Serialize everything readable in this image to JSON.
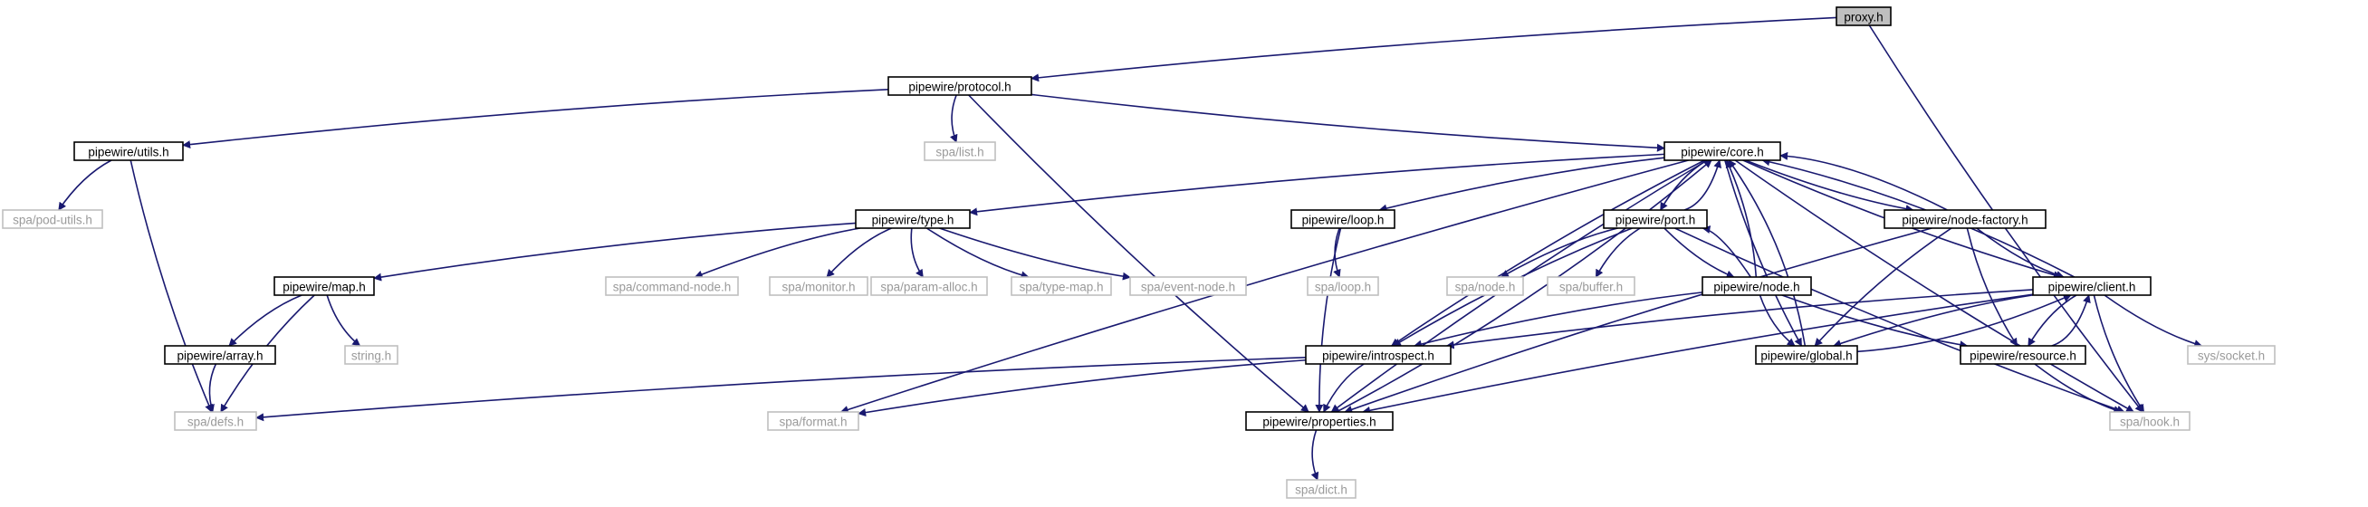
{
  "diagram": {
    "type": "dependency-graph",
    "edge_color": "#191970",
    "nodes": [
      {
        "id": "proxy",
        "label": "proxy.h",
        "style": "root"
      },
      {
        "id": "protocol",
        "label": "pipewire/protocol.h",
        "style": "documented"
      },
      {
        "id": "utils",
        "label": "pipewire/utils.h",
        "style": "documented"
      },
      {
        "id": "spa_list",
        "label": "spa/list.h",
        "style": "external"
      },
      {
        "id": "core",
        "label": "pipewire/core.h",
        "style": "documented"
      },
      {
        "id": "pod_utils",
        "label": "spa/pod-utils.h",
        "style": "external"
      },
      {
        "id": "type",
        "label": "pipewire/type.h",
        "style": "documented"
      },
      {
        "id": "loop",
        "label": "pipewire/loop.h",
        "style": "documented"
      },
      {
        "id": "port",
        "label": "pipewire/port.h",
        "style": "documented"
      },
      {
        "id": "node_factory",
        "label": "pipewire/node-factory.h",
        "style": "documented"
      },
      {
        "id": "map",
        "label": "pipewire/map.h",
        "style": "documented"
      },
      {
        "id": "cmd_node",
        "label": "spa/command-node.h",
        "style": "external"
      },
      {
        "id": "monitor",
        "label": "spa/monitor.h",
        "style": "external"
      },
      {
        "id": "param_alloc",
        "label": "spa/param-alloc.h",
        "style": "external"
      },
      {
        "id": "type_map",
        "label": "spa/type-map.h",
        "style": "external"
      },
      {
        "id": "event_node",
        "label": "spa/event-node.h",
        "style": "external"
      },
      {
        "id": "spa_loop",
        "label": "spa/loop.h",
        "style": "external"
      },
      {
        "id": "spa_node",
        "label": "spa/node.h",
        "style": "external"
      },
      {
        "id": "buffer",
        "label": "spa/buffer.h",
        "style": "external"
      },
      {
        "id": "node",
        "label": "pipewire/node.h",
        "style": "documented"
      },
      {
        "id": "client",
        "label": "pipewire/client.h",
        "style": "documented"
      },
      {
        "id": "array",
        "label": "pipewire/array.h",
        "style": "documented"
      },
      {
        "id": "string",
        "label": "string.h",
        "style": "external"
      },
      {
        "id": "introspect",
        "label": "pipewire/introspect.h",
        "style": "documented"
      },
      {
        "id": "global",
        "label": "pipewire/global.h",
        "style": "documented"
      },
      {
        "id": "resource",
        "label": "pipewire/resource.h",
        "style": "documented"
      },
      {
        "id": "socket",
        "label": "sys/socket.h",
        "style": "external"
      },
      {
        "id": "defs",
        "label": "spa/defs.h",
        "style": "external"
      },
      {
        "id": "format",
        "label": "spa/format.h",
        "style": "external"
      },
      {
        "id": "properties",
        "label": "pipewire/properties.h",
        "style": "documented"
      },
      {
        "id": "hook",
        "label": "spa/hook.h",
        "style": "external"
      },
      {
        "id": "dict",
        "label": "spa/dict.h",
        "style": "external"
      }
    ],
    "edges": [
      [
        "proxy",
        "protocol"
      ],
      [
        "proxy",
        "hook"
      ],
      [
        "protocol",
        "utils"
      ],
      [
        "protocol",
        "spa_list"
      ],
      [
        "protocol",
        "core"
      ],
      [
        "protocol",
        "properties"
      ],
      [
        "utils",
        "pod_utils"
      ],
      [
        "utils",
        "defs"
      ],
      [
        "core",
        "type"
      ],
      [
        "core",
        "loop"
      ],
      [
        "core",
        "port"
      ],
      [
        "core",
        "node_factory"
      ],
      [
        "core",
        "client"
      ],
      [
        "core",
        "global"
      ],
      [
        "core",
        "introspect"
      ],
      [
        "core",
        "format"
      ],
      [
        "core",
        "properties"
      ],
      [
        "core",
        "hook"
      ],
      [
        "type",
        "map"
      ],
      [
        "type",
        "cmd_node"
      ],
      [
        "type",
        "monitor"
      ],
      [
        "type",
        "param_alloc"
      ],
      [
        "type",
        "type_map"
      ],
      [
        "type",
        "event_node"
      ],
      [
        "loop",
        "spa_loop"
      ],
      [
        "loop",
        "properties"
      ],
      [
        "port",
        "core"
      ],
      [
        "port",
        "spa_node"
      ],
      [
        "port",
        "buffer"
      ],
      [
        "port",
        "node"
      ],
      [
        "port",
        "introspect"
      ],
      [
        "port",
        "hook"
      ],
      [
        "node",
        "core"
      ],
      [
        "node",
        "port"
      ],
      [
        "node",
        "global"
      ],
      [
        "node",
        "resource"
      ],
      [
        "node",
        "introspect"
      ],
      [
        "node_factory",
        "core"
      ],
      [
        "node_factory",
        "client"
      ],
      [
        "node_factory",
        "global"
      ],
      [
        "node_factory",
        "resource"
      ],
      [
        "node_factory",
        "properties"
      ],
      [
        "client",
        "core"
      ],
      [
        "client",
        "introspect"
      ],
      [
        "client",
        "global"
      ],
      [
        "client",
        "resource"
      ],
      [
        "client",
        "properties"
      ],
      [
        "client",
        "socket"
      ],
      [
        "client",
        "hook"
      ],
      [
        "global",
        "core"
      ],
      [
        "global",
        "client"
      ],
      [
        "resource",
        "client"
      ],
      [
        "resource",
        "hook"
      ],
      [
        "map",
        "array"
      ],
      [
        "map",
        "string"
      ],
      [
        "map",
        "defs"
      ],
      [
        "array",
        "defs"
      ],
      [
        "introspect",
        "defs"
      ],
      [
        "introspect",
        "format"
      ],
      [
        "introspect",
        "properties"
      ],
      [
        "properties",
        "core"
      ],
      [
        "properties",
        "dict"
      ]
    ]
  }
}
